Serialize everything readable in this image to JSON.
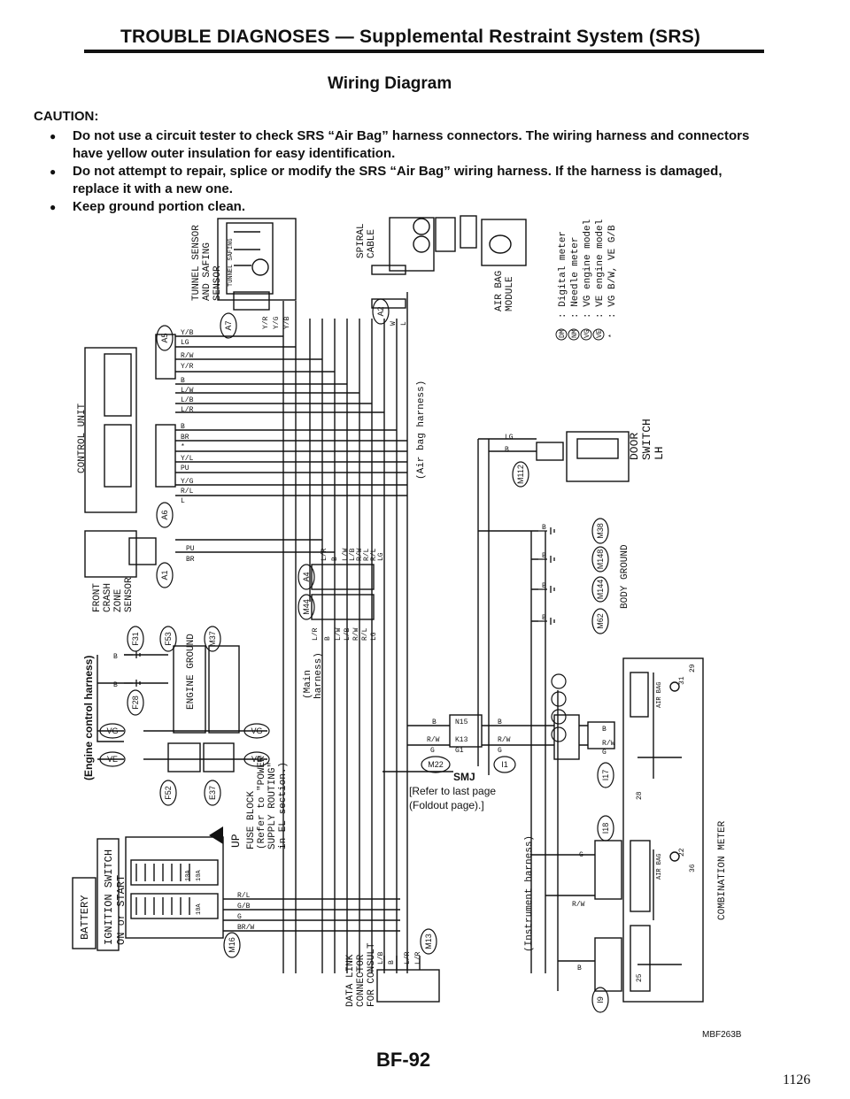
{
  "header": {
    "title": "TROUBLE DIAGNOSES — Supplemental Restraint System (SRS)"
  },
  "section": {
    "subtitle": "Wiring Diagram"
  },
  "caution": {
    "label": "CAUTION:",
    "items": [
      "Do not use a circuit tester to check SRS “Air Bag” harness connectors. The wiring harness and connectors have yellow outer insulation for easy identification.",
      "Do not attempt to repair, splice or modify the SRS “Air Bag” wiring harness. If the harness is damaged, replace it with a new one.",
      "Keep ground portion clean."
    ]
  },
  "diagram": {
    "components": {
      "control_unit": "CONTROL UNIT",
      "tunnel_sensor": [
        "TUNNEL SENSOR",
        "AND SAFING",
        "SENSOR"
      ],
      "tunnel_safing": "TUNNEL SAFING",
      "spiral_cable": [
        "SPIRAL",
        "CABLE"
      ],
      "air_bag_module": [
        "AIR BAG",
        "MODULE"
      ],
      "front_crash_zone_sensor": [
        "FRONT",
        "CRASH",
        "ZONE",
        "SENSOR"
      ],
      "door_switch": [
        "DOOR",
        "SWITCH",
        "LH"
      ],
      "body_ground": "BODY GROUND",
      "engine_ground": "ENGINE GROUND",
      "battery": "BATTERY",
      "ignition_switch": [
        "IGNITION SWITCH",
        "ON or START"
      ],
      "fuse_block": [
        "FUSE BLOCK",
        "(Refer to \"POWER",
        "SUPPLY ROUTING\"",
        "in EL section.)"
      ],
      "up": "UP",
      "data_link": [
        "DATA LINK",
        "CONNECTOR",
        "FOR CONSULT"
      ],
      "combination_meter": "COMBINATION METER",
      "smj": "SMJ",
      "smj_ref": [
        "[Refer to last page",
        "(Foldout page).]"
      ]
    },
    "harness": {
      "air_bag": "(Air bag harness)",
      "main": [
        "(Main",
        "harness)"
      ],
      "engine_control": "(Engine control harness)",
      "instrument": "(Instrument harness)"
    },
    "legend": [
      {
        "code": "DM",
        "text": ": Digital meter"
      },
      {
        "code": "NM",
        "text": ": Needle meter"
      },
      {
        "code": "VG",
        "text": ": VG engine model"
      },
      {
        "code": "VE",
        "text": ": VE engine model"
      },
      {
        "code": "*",
        "text": ": VG B/W, VE G/B"
      }
    ],
    "connectors": [
      "A5",
      "A7",
      "A2",
      "A6",
      "A1",
      "A4",
      "M44",
      "F31",
      "F53",
      "M37",
      "F28",
      "F52",
      "E37",
      "M16",
      "M13",
      "M112",
      "M38",
      "M148",
      "M144",
      "M62",
      "M22",
      "I1",
      "I17",
      "I18",
      "I9",
      "VG",
      "VE"
    ],
    "wires_cu_a": [
      "Y/B",
      "LG",
      "R/W",
      "Y/R",
      "B",
      "L/W",
      "L/B",
      "L/R"
    ],
    "wires_cu_b": [
      "B",
      "BR",
      "*",
      "Y/L",
      "PU",
      "Y/G",
      "R/L",
      "L"
    ],
    "wires_sensor": [
      "Y/R",
      "Y/G",
      "Y/B"
    ],
    "wires_spiral": [
      "W",
      "L"
    ],
    "wires_fcz": [
      "PU",
      "BR"
    ],
    "wires_a4": [
      "L/R",
      "B",
      "L/W",
      "L/B",
      "R/W",
      "R/L",
      "R/L",
      "LG"
    ],
    "wires_m44": [
      "L/R",
      "B",
      "L/W",
      "L/B",
      "R/W",
      "R/L",
      "LG"
    ],
    "wires_eng": [
      "B",
      "B"
    ],
    "wires_fuse": [
      "R/L",
      "G/B",
      "G",
      "BR/W"
    ],
    "wires_dlc": [
      "L/B",
      "B",
      "L/R",
      "L/R"
    ],
    "wires_door": [
      "LG",
      "B"
    ],
    "wires_gnd": [
      "B",
      "B",
      "B",
      "B"
    ],
    "smj_terms": [
      "B",
      "N15",
      "B",
      "R/W",
      "K13",
      "R/W",
      "G",
      "G1",
      "G"
    ],
    "inst_wires": [
      "B",
      "R/W",
      "G",
      "G",
      "R/W",
      "B"
    ],
    "meter": {
      "air_bag_1": "AIR BAG",
      "air_bag_2": "AIR BAG",
      "t_31": "31",
      "t_29": "29",
      "t_28": "28",
      "t_22": "22",
      "t_36": "36",
      "t_25": "25"
    },
    "fuses": [
      "10A",
      "10A",
      "10A"
    ]
  },
  "footer": {
    "diagram_id": "MBF263B",
    "page_code": "BF-92",
    "page_number": "1126"
  }
}
